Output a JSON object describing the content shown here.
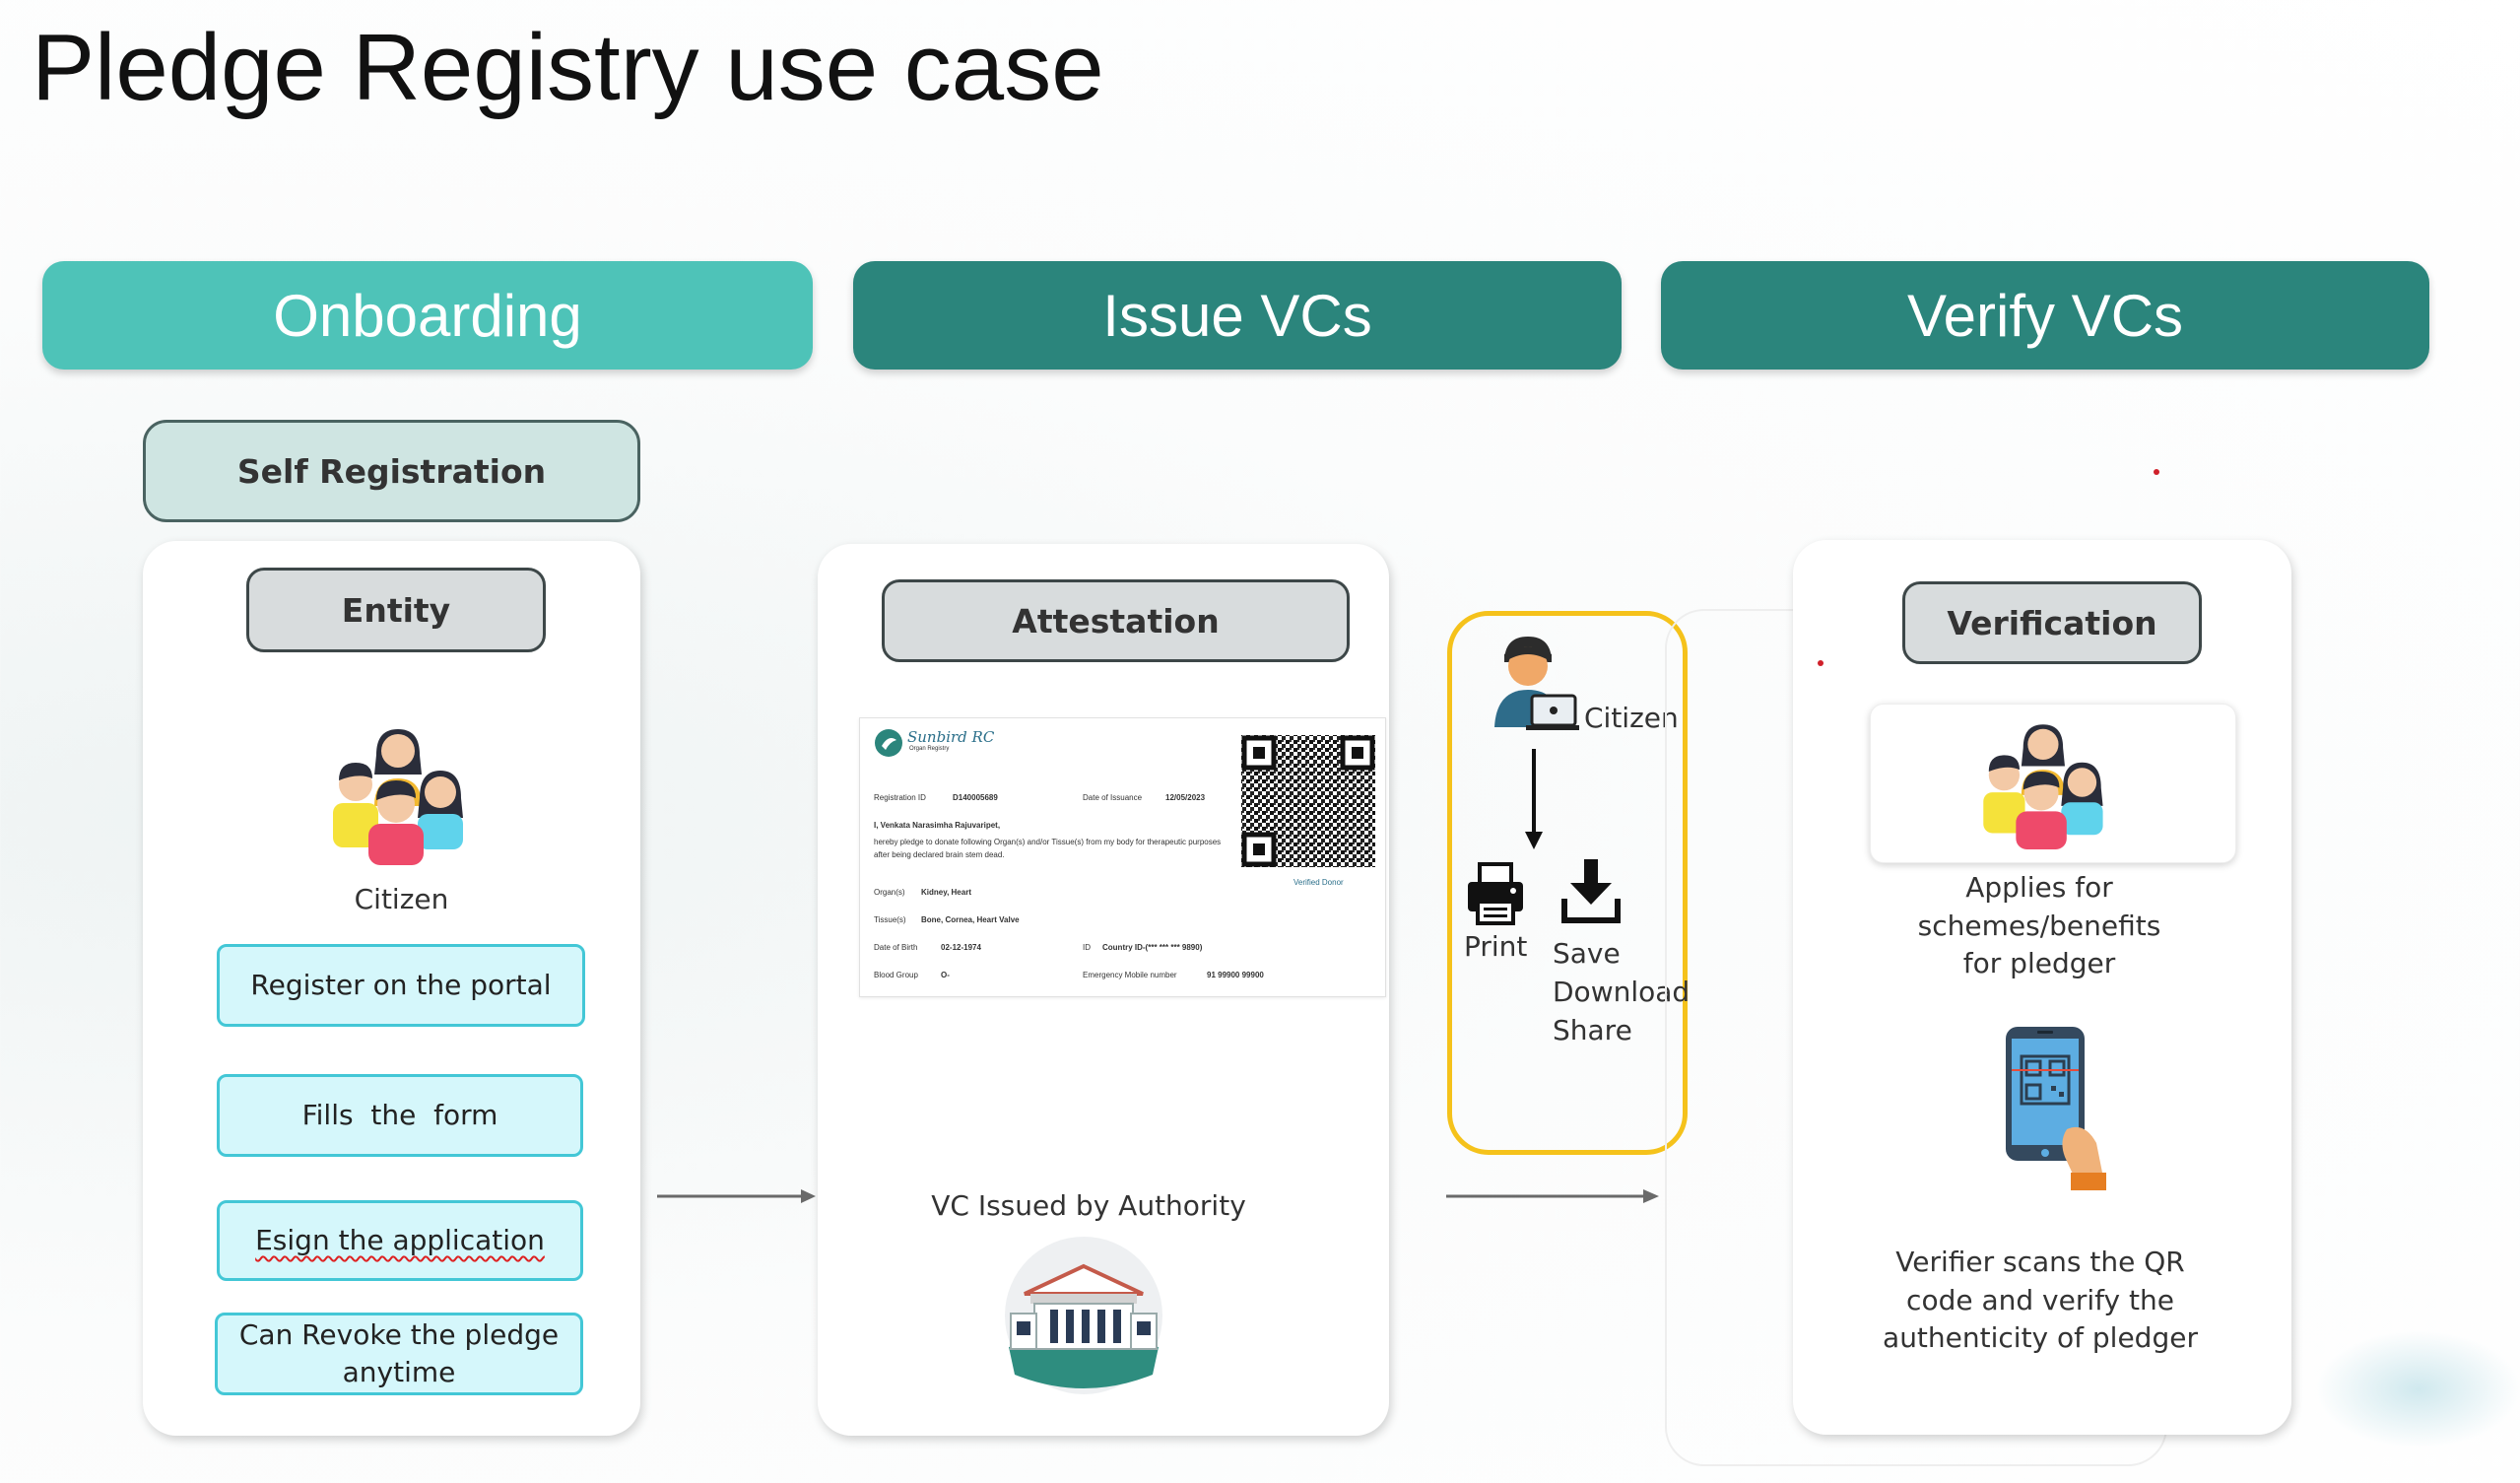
{
  "title": "Pledge Registry use case",
  "phases": [
    {
      "label": "Onboarding"
    },
    {
      "label": "Issue VCs"
    },
    {
      "label": "Verify VCs"
    }
  ],
  "onboarding": {
    "header": "Self Registration",
    "entity_label": "Entity",
    "citizen_caption": "Citizen",
    "steps": [
      "Register on the portal",
      "Fills  the  form",
      "Esign the application",
      "Can Revoke the pledge anytime"
    ]
  },
  "issue": {
    "header": "Attestation",
    "vc_card": {
      "brand": "Sunbird RC",
      "brand_sub": "Organ Registry",
      "reg_id_label": "Registration ID",
      "reg_id": "D140005689",
      "issued_label": "Date of Issuance",
      "issued": "12/05/2023",
      "pledge_name": "I, Venkata Narasimha Rajuvaripet,",
      "pledge_text": "hereby pledge to donate following Organ(s) and/or Tissue(s) from my body for therapeutic purposes after being declared brain stem dead.",
      "organs_label": "Organ(s)",
      "organs": "Kidney, Heart",
      "tissues_label": "Tissue(s)",
      "tissues": "Bone, Cornea, Heart Valve",
      "dob_label": "Date of Birth",
      "dob": "02-12-1974",
      "id_label": "ID",
      "id_value": "Country ID-(*** *** *** 9890)",
      "blood_label": "Blood Group",
      "blood": "O-",
      "emergency_label": "Emergency Mobile number",
      "emergency": "91 99900 99900",
      "verified_label": "Verified Donor"
    },
    "issued_by": "VC Issued by Authority"
  },
  "citizen_box": {
    "citizen_label": "Citizen",
    "print_label": "Print",
    "actions": [
      "Save",
      "Download",
      "Share"
    ]
  },
  "verify": {
    "header": "Verification",
    "applies_text": "Applies for schemes/benefits for pledger",
    "scan_text": "Verifier scans the QR code and verify the authenticity of pledger"
  },
  "colors": {
    "onboarding": "#4ec3b8",
    "phase_dark": "#2b857c",
    "step_fill": "#d5f7fb",
    "step_border": "#43c7d6",
    "highlight_border": "#f5c21b"
  },
  "icons": [
    "people-group-icon",
    "building-icon",
    "person-laptop-icon",
    "printer-icon",
    "download-icon",
    "phone-qr-icon",
    "qr-code-icon"
  ]
}
